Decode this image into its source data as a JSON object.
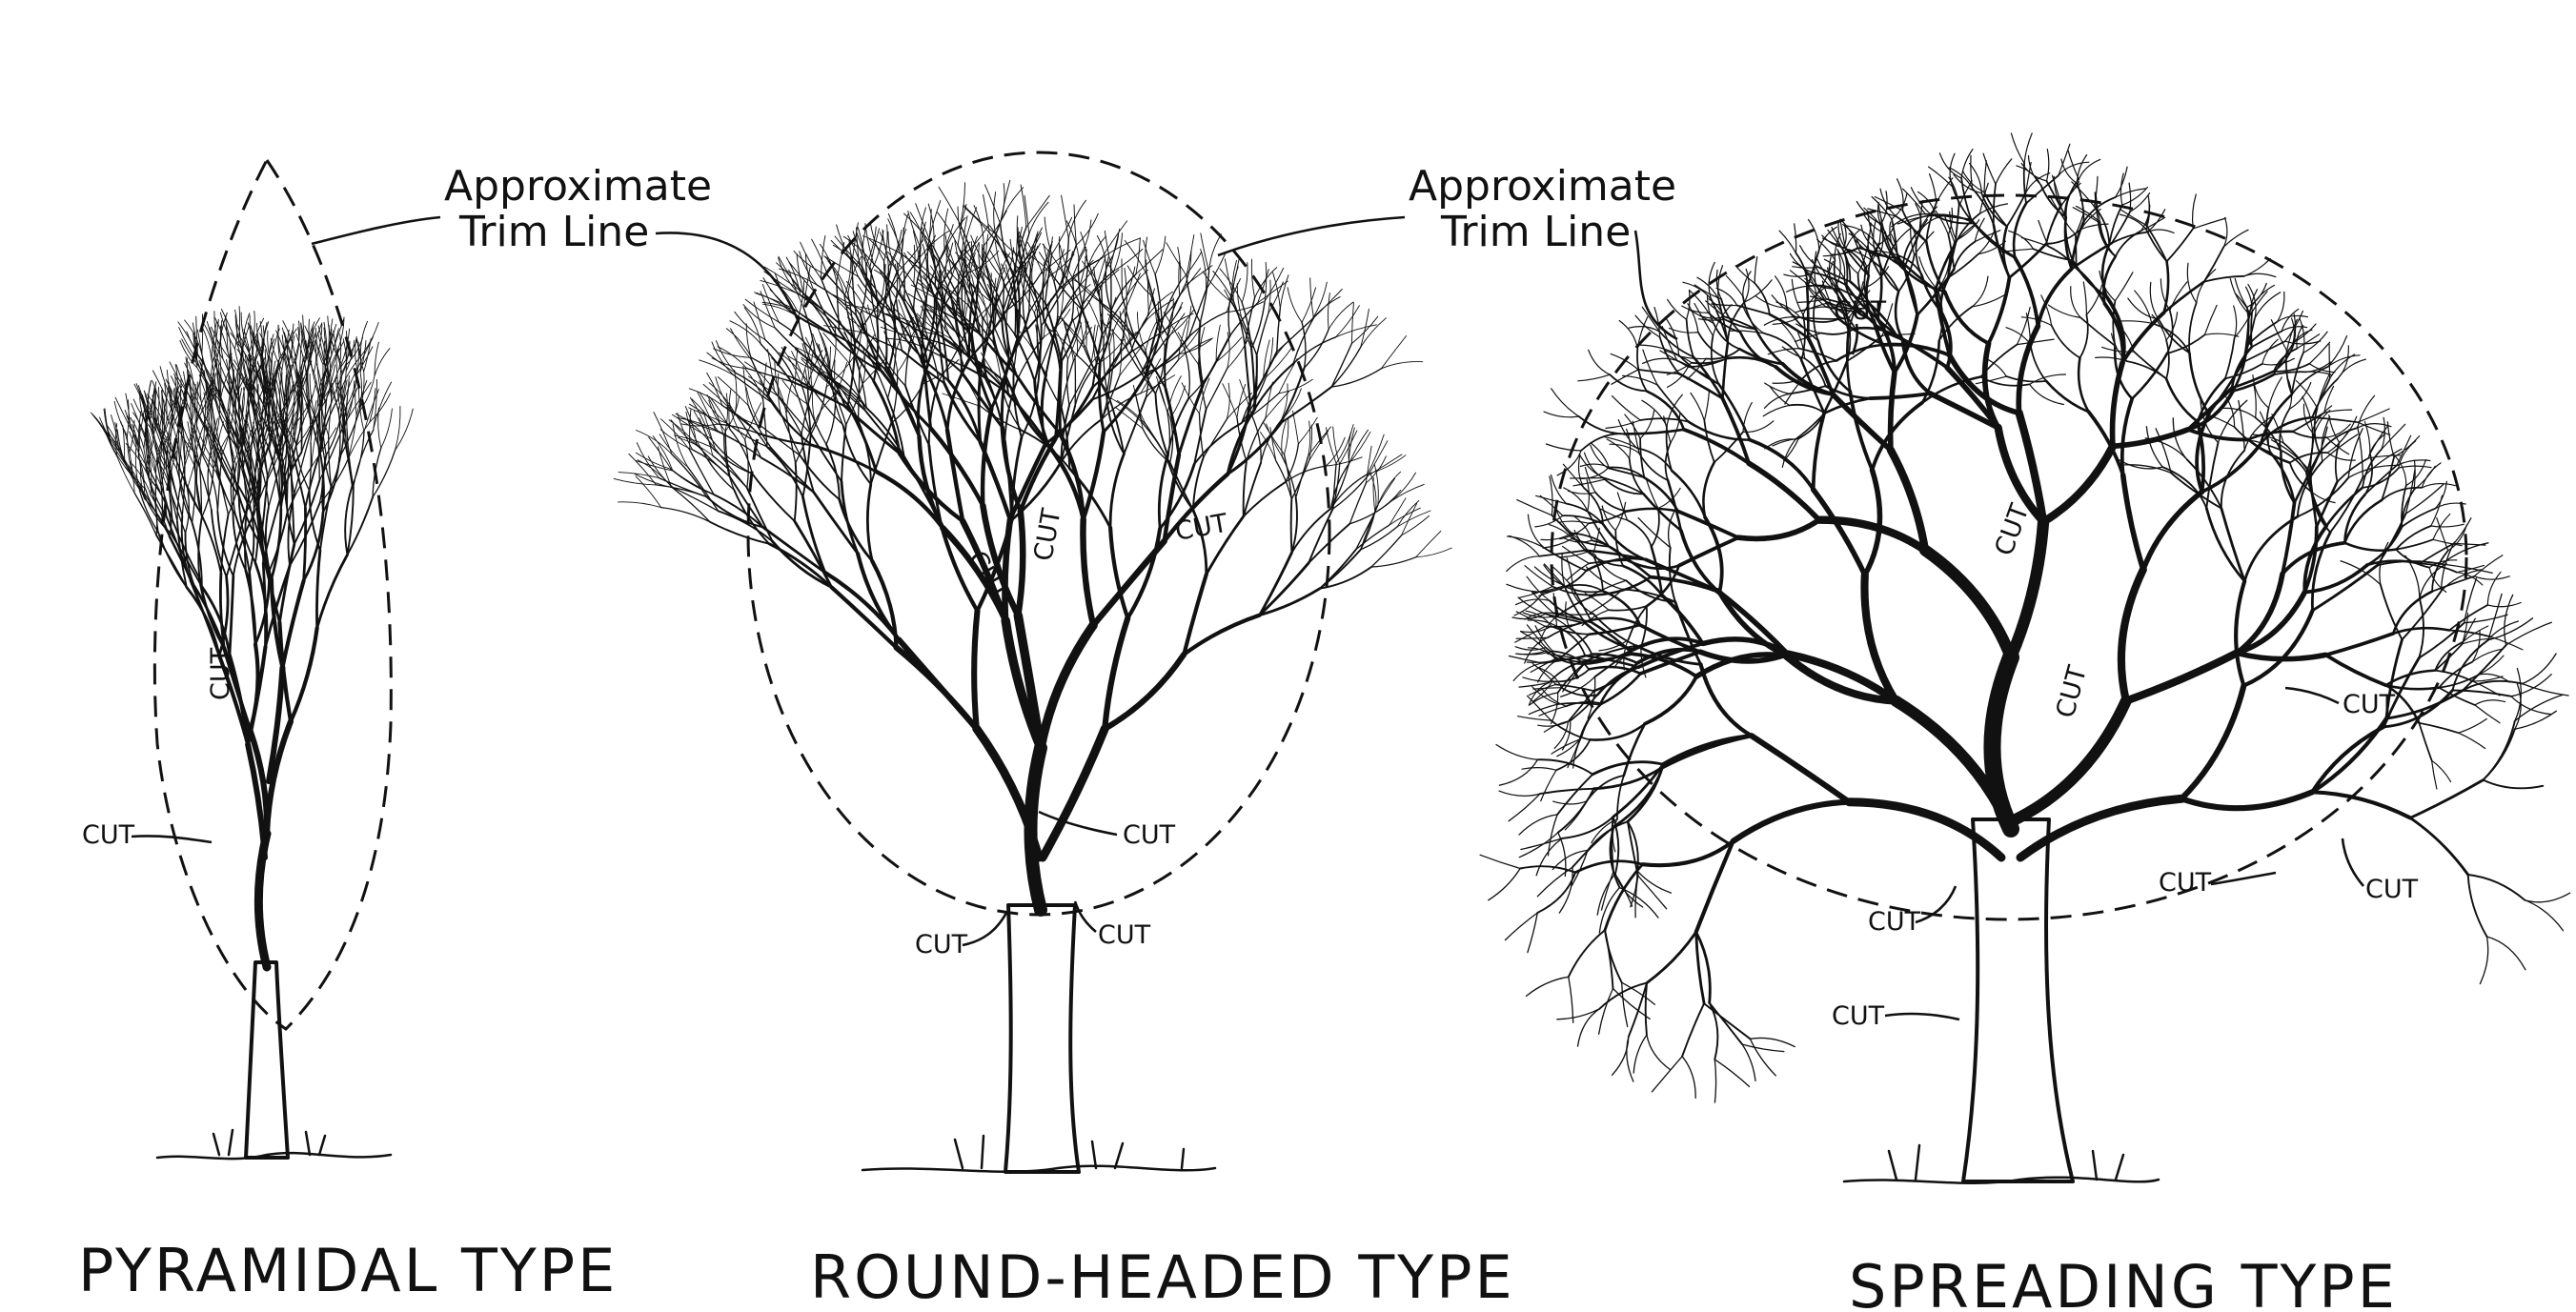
{
  "labels": {
    "trim_line_left": [
      "Approximate",
      "Trim Line"
    ],
    "trim_line_right": [
      "Approximate",
      "Trim Line"
    ],
    "cut": "CUT"
  },
  "trees": [
    {
      "caption": "PYRAMIDAL TYPE"
    },
    {
      "caption": "ROUND-HEADED TYPE"
    },
    {
      "caption": "SPREADING TYPE"
    }
  ],
  "colors": {
    "ink": "#111111",
    "paper": "#ffffff"
  }
}
